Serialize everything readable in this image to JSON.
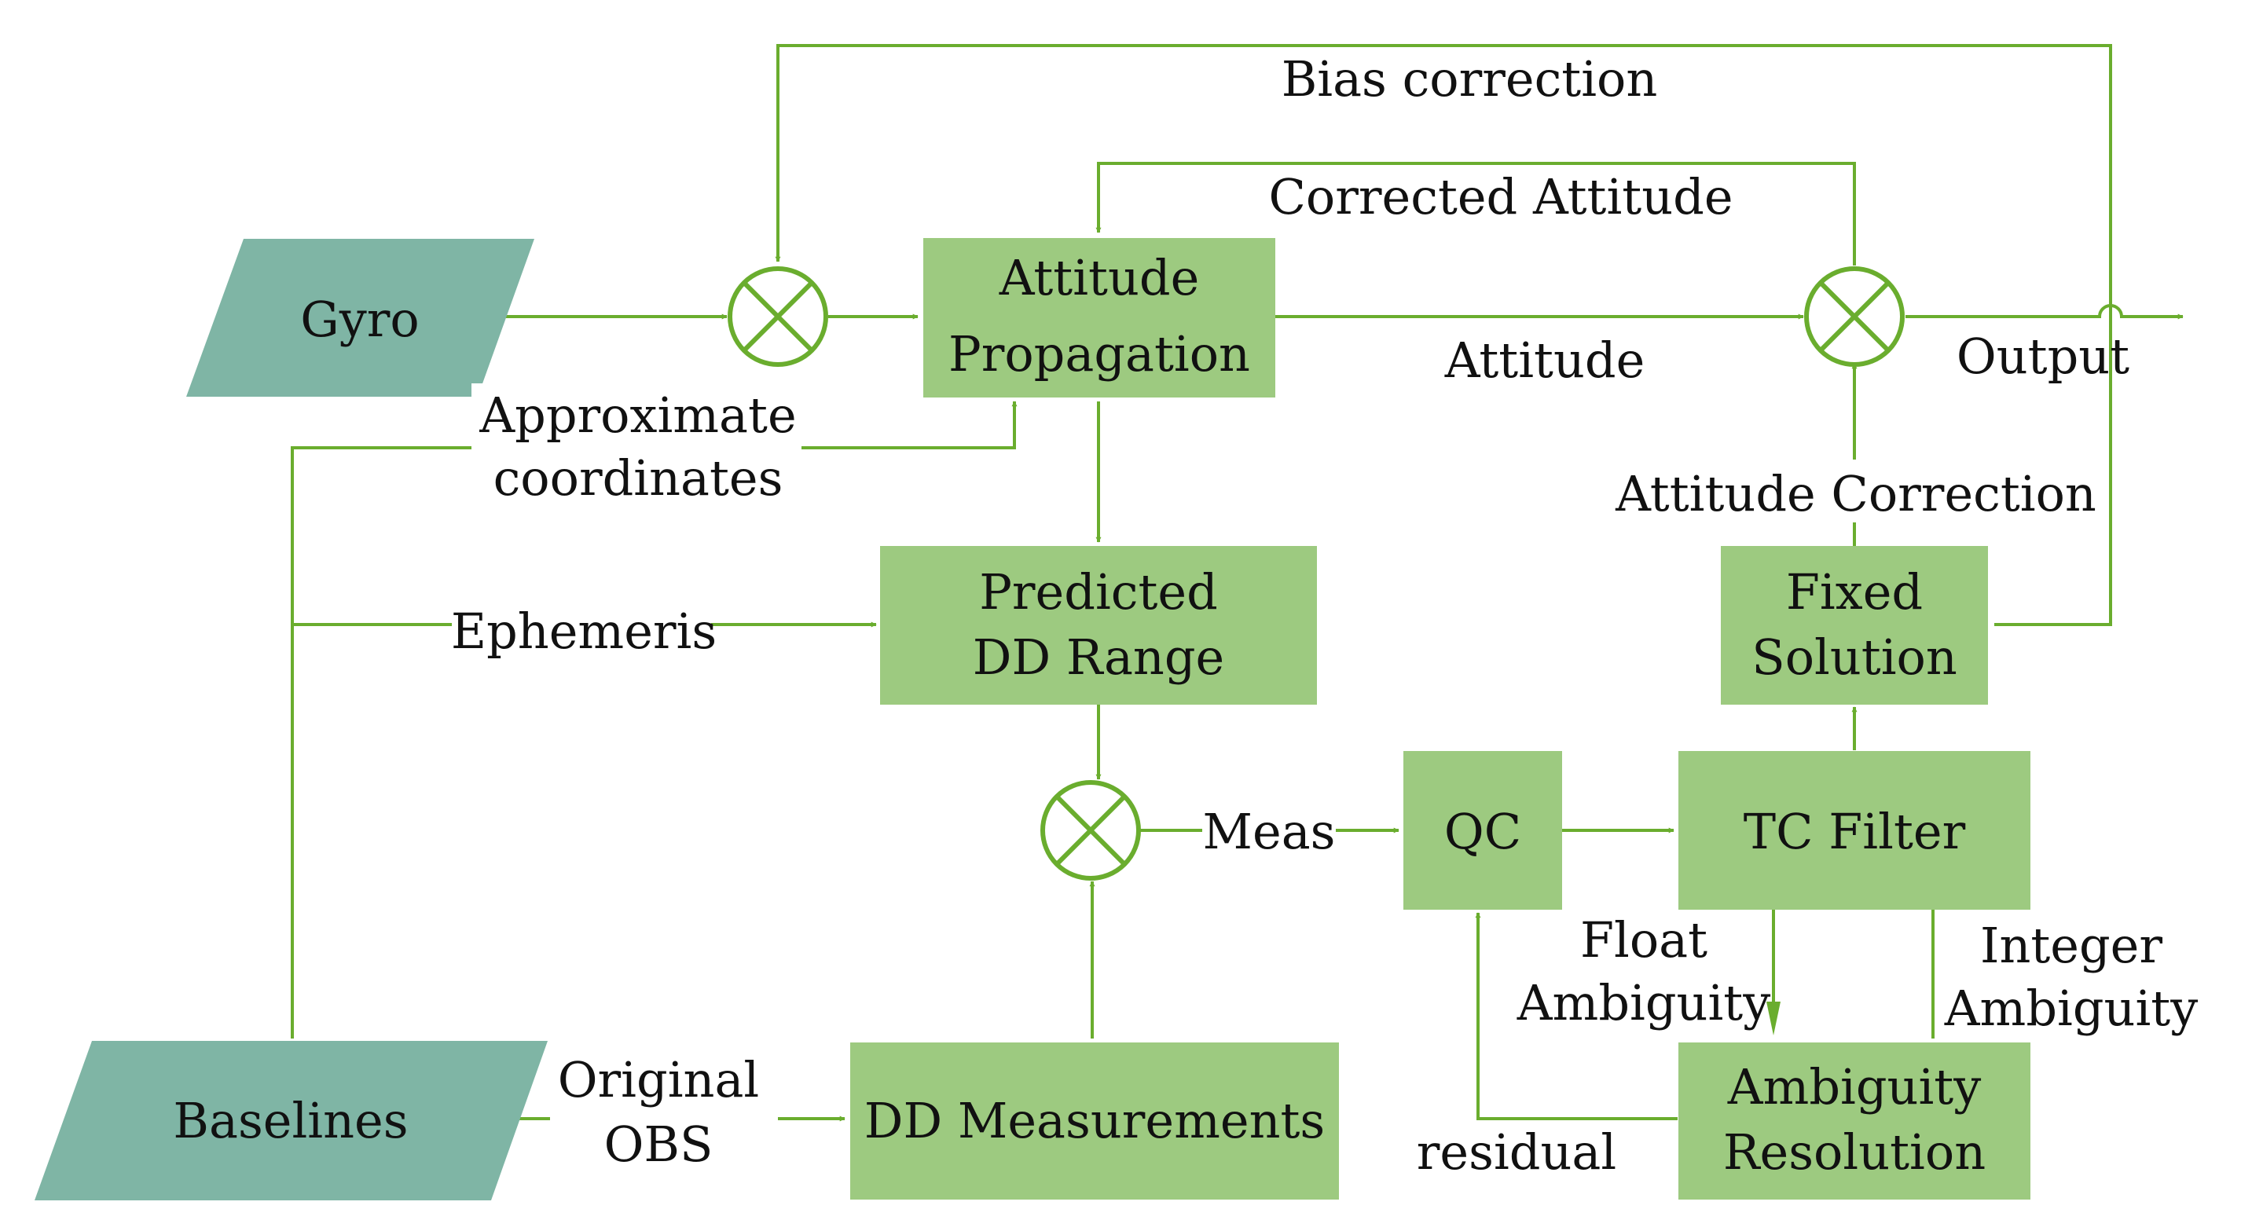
{
  "colors": {
    "box_fill": "#9dca80",
    "input_fill": "#7fb5a5",
    "line": "#6aad2e",
    "text": "#111111"
  },
  "nodes": {
    "gyro": "Gyro",
    "baselines": "Baselines",
    "attitude_propagation": [
      "Attitude",
      "Propagation"
    ],
    "predicted_dd_range": [
      "Predicted",
      "DD Range"
    ],
    "dd_measurements": "DD Measurements",
    "qc": "QC",
    "tc_filter": "TC Filter",
    "fixed_solution": [
      "Fixed",
      "Solution"
    ],
    "ambiguity_resolution": [
      "Ambiguity",
      "Resolution"
    ]
  },
  "edge_labels": {
    "bias_correction": "Bias correction",
    "corrected_attitude": "Corrected Attitude",
    "attitude": "Attitude",
    "output": "Output",
    "approximate_coordinates": [
      "Approximate",
      "coordinates"
    ],
    "attitude_correction": "Attitude Correction",
    "ephemeris": "Ephemeris",
    "meas": "Meas",
    "float_ambiguity": [
      "Float",
      "Ambiguity"
    ],
    "integer_ambiguity": [
      "Integer",
      "Ambiguity"
    ],
    "original_obs": [
      "Original",
      "OBS"
    ],
    "residual": "residual"
  }
}
